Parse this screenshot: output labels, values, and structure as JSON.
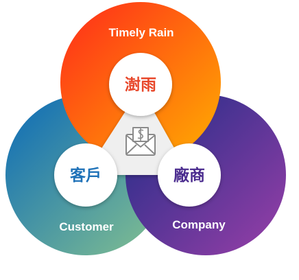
{
  "diagram": {
    "circles": {
      "top": {
        "ring_label": "Timely Rain",
        "center_label": "澍雨",
        "center_color": "#e8472a",
        "gradient": [
          "#ff2a1a",
          "#ffb000"
        ]
      },
      "left": {
        "ring_label": "Customer",
        "center_label": "客戶",
        "center_color": "#1f72b8",
        "gradient": [
          "#0a69b8",
          "#86c28f"
        ]
      },
      "right": {
        "ring_label": "Company",
        "center_label": "廠商",
        "center_color": "#4a2b8e",
        "gradient": [
          "#1c2c86",
          "#9a3fa8"
        ]
      }
    },
    "center_icon": "envelope-dollar-icon",
    "colors": {
      "triangle": "#efefef",
      "badge": "#ffffff",
      "icon": "#8a8a8a"
    }
  }
}
